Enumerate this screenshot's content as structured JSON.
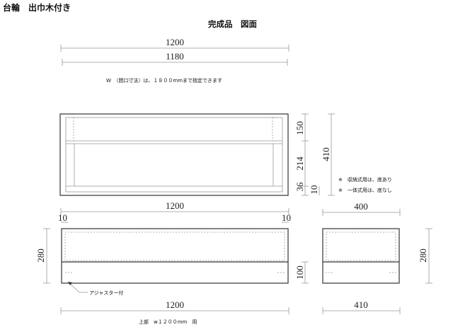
{
  "header": {
    "title": "台輪　出巾木付き",
    "subtitle": "完成品　図面"
  },
  "top_dims": {
    "overall": "1200",
    "inner": "1180"
  },
  "note_width": "W　（間口寸法）は、１８００mmまで指定できます",
  "front_view": {
    "dims_right": {
      "upper": "150",
      "middle": "214",
      "bottom": "36",
      "total": "410",
      "small": "10"
    },
    "width": "1200"
  },
  "side_notes": [
    "※　収納式用は、底あり",
    "※　一体式用は、底なし"
  ],
  "base_view": {
    "left_offset": "10",
    "right_offset": "10",
    "height": "280",
    "plinth": "100",
    "width": "1200",
    "adjuster_label": "アジャスター付",
    "caption": "上部　w１２００mm　用"
  },
  "base_side": {
    "depth_top": "400",
    "height": "280",
    "depth_bottom": "410"
  }
}
